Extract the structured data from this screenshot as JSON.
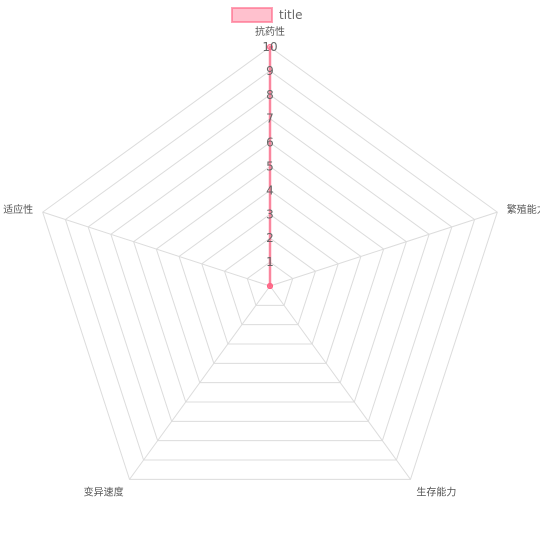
{
  "chart_data": {
    "type": "radar",
    "labels": [
      "抗药性",
      "繁殖能力",
      "生存能力",
      "变异速度",
      "适应性"
    ],
    "series": [
      {
        "name": "title",
        "values": [
          10,
          0,
          0,
          0,
          0
        ],
        "color": "#ff6384"
      }
    ],
    "r_min": 0,
    "r_max": 10,
    "r_step": 1,
    "ticks": [
      "1",
      "2",
      "3",
      "4",
      "5",
      "6",
      "7",
      "8",
      "9",
      "10"
    ],
    "legend_position": "top",
    "grid": true
  }
}
